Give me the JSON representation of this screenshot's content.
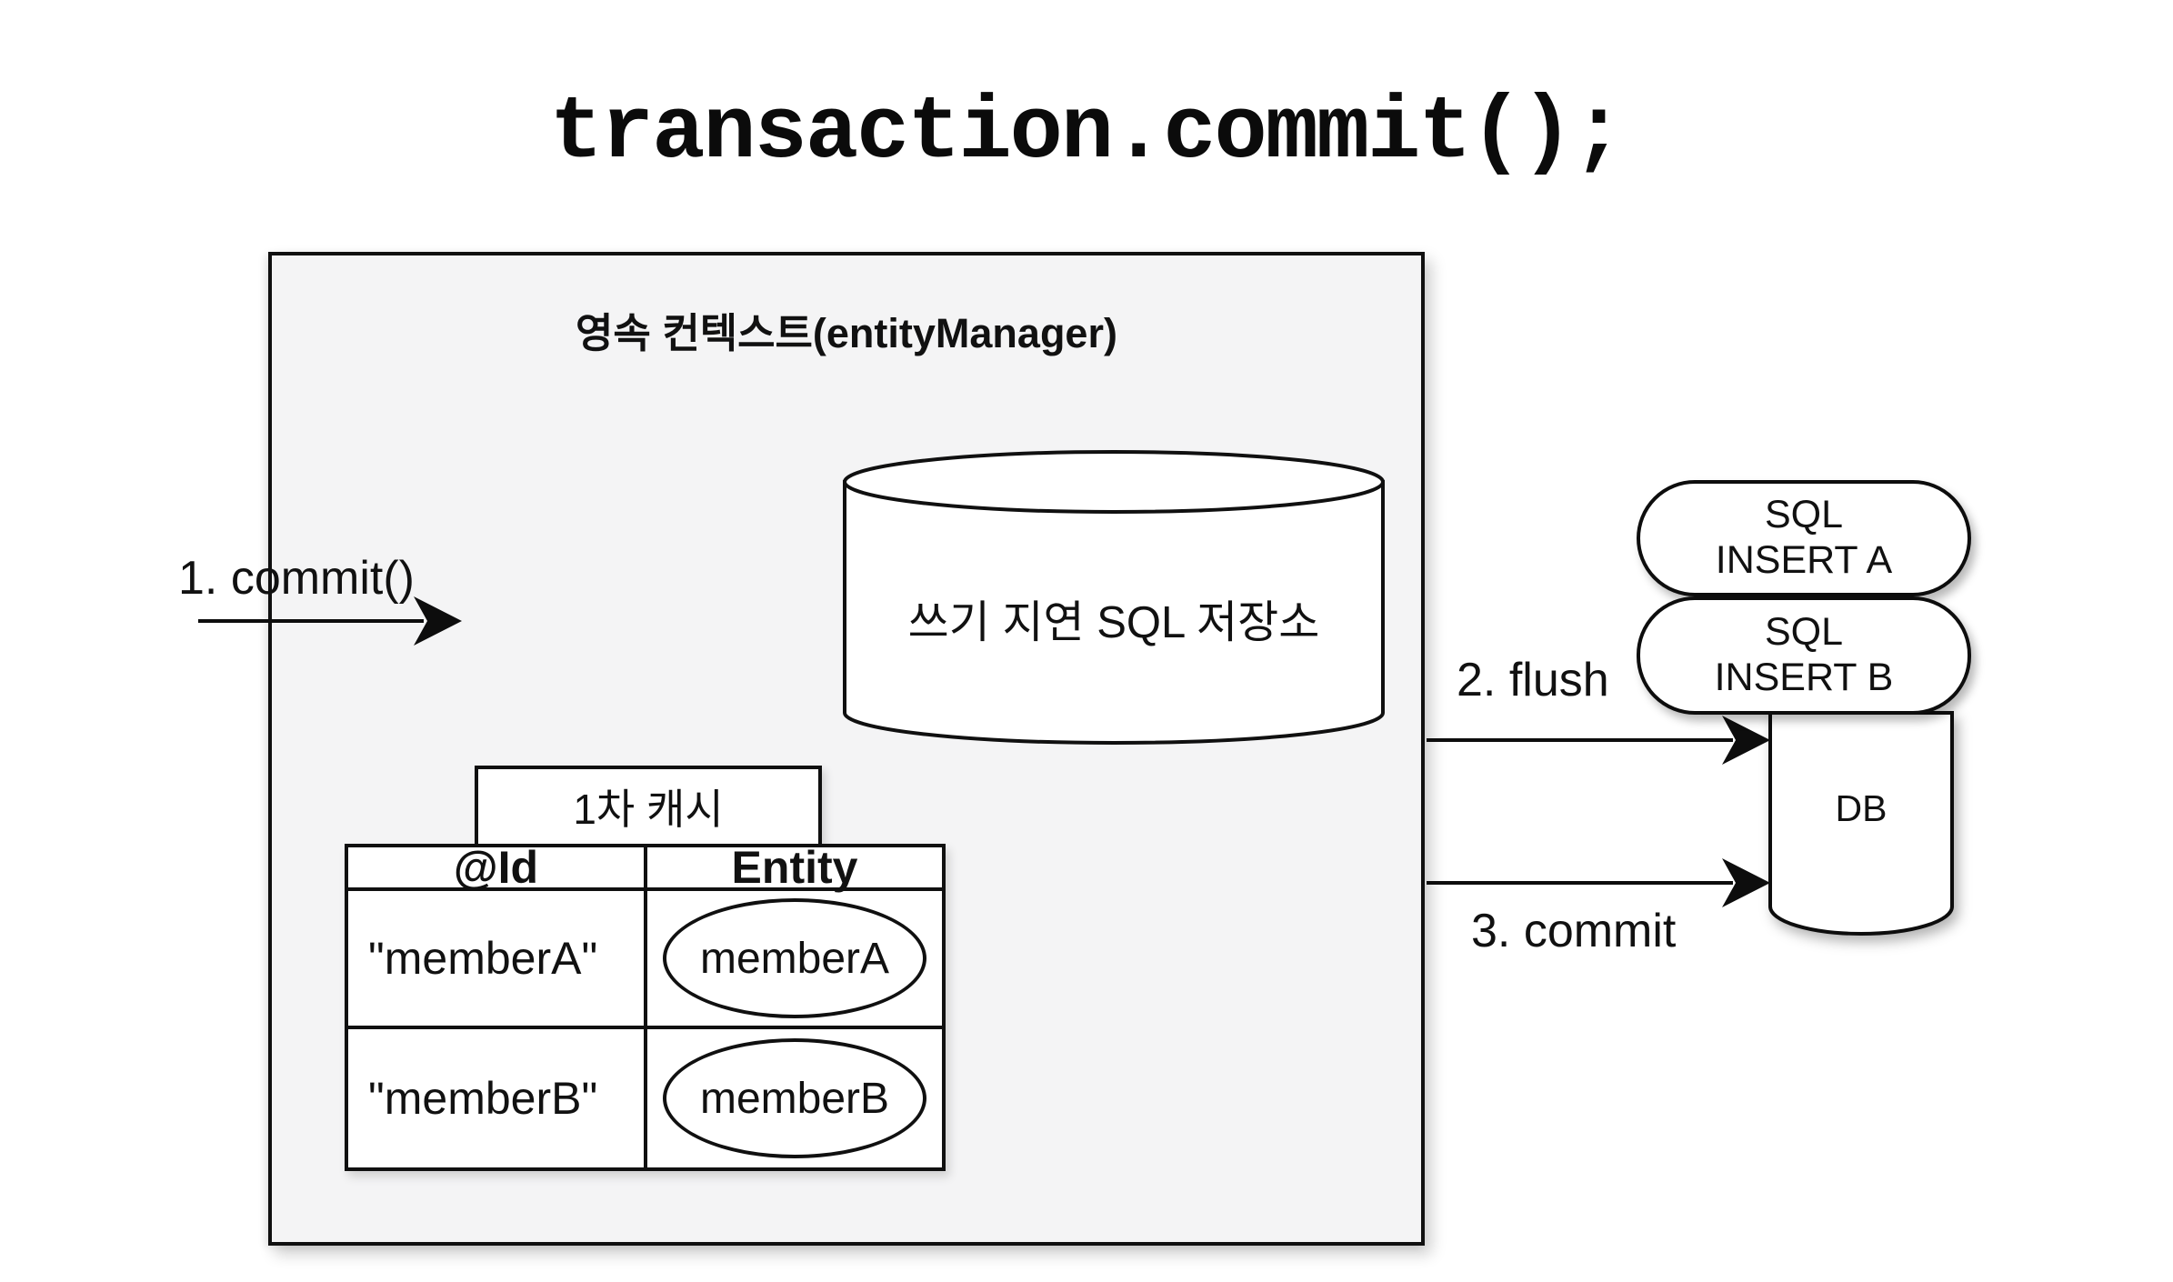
{
  "title": "transaction.commit();",
  "persistence_context": {
    "label": "영속 컨텍스트(entityManager)",
    "write_behind_store": {
      "label": "쓰기 지연 SQL 저장소"
    },
    "first_level_cache": {
      "label": "1차 캐시",
      "table": {
        "columns": [
          "@Id",
          "Entity"
        ],
        "rows": [
          {
            "id": "\"memberA\"",
            "entity": "memberA"
          },
          {
            "id": "\"memberB\"",
            "entity": "memberB"
          }
        ]
      }
    }
  },
  "flows": {
    "commit_in": "1. commit()",
    "flush": "2. flush",
    "commit_out": "3. commit"
  },
  "sql_statements": [
    {
      "line1": "SQL",
      "line2": "INSERT A"
    },
    {
      "line1": "SQL",
      "line2": "INSERT B"
    }
  ],
  "database": {
    "label": "DB"
  },
  "colors": {
    "page_bg": "#ffffff",
    "context_box_fill": "#f4f4f5",
    "shape_fill": "#ffffff",
    "stroke": "#101010"
  }
}
